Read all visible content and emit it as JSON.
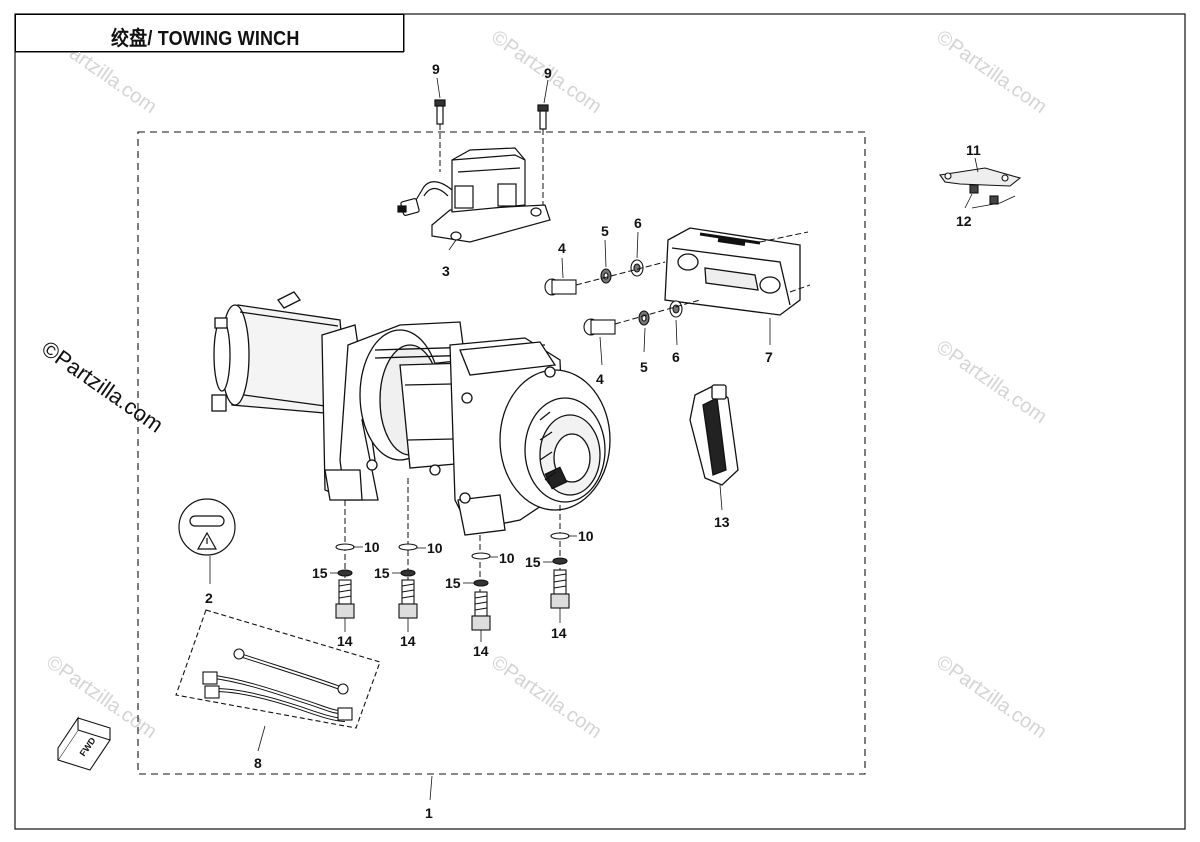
{
  "title": "绞盘/ TOWING WINCH",
  "watermark": "©Partzilla.com",
  "fwd_label": "FWD",
  "callouts": {
    "c1": "1",
    "c2": "2",
    "c3": "3",
    "c4a": "4",
    "c4b": "4",
    "c5a": "5",
    "c5b": "5",
    "c6a": "6",
    "c6b": "6",
    "c7": "7",
    "c8": "8",
    "c9a": "9",
    "c9b": "9",
    "c10a": "10",
    "c10b": "10",
    "c10c": "10",
    "c10d": "10",
    "c11": "11",
    "c12": "12",
    "c13": "13",
    "c14a": "14",
    "c14b": "14",
    "c14c": "14",
    "c14d": "14",
    "c15a": "15",
    "c15b": "15",
    "c15c": "15",
    "c15d": "15"
  },
  "colors": {
    "line": "#111111",
    "watermark": "#d4d4d4",
    "background": "#ffffff"
  }
}
